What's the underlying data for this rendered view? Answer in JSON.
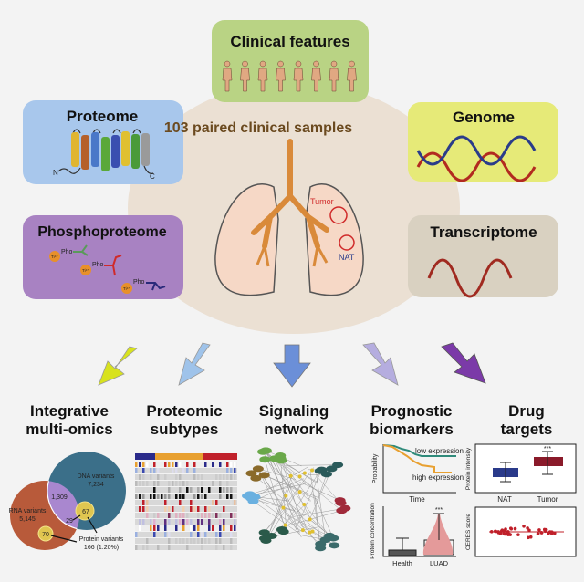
{
  "center": {
    "title": "103 paired clinical samples",
    "tumor_label": "Tumor",
    "nat_label": "NAT"
  },
  "boxes": {
    "clinical": "Clinical features",
    "proteome": "Proteome",
    "genome": "Genome",
    "phospho": "Phosphoproteome",
    "transcriptome": "Transcriptome"
  },
  "proteome_termini": {
    "n": "N",
    "c": "C"
  },
  "phospho_labels": {
    "ti": "Ti⁴⁺",
    "pho": "Pho"
  },
  "outputs": [
    {
      "line1": "Integrative",
      "line2": "multi-omics"
    },
    {
      "line1": "Proteomic",
      "line2": "subtypes"
    },
    {
      "line1": "Signaling",
      "line2": "network"
    },
    {
      "line1": "Prognostic",
      "line2": "biomarkers"
    },
    {
      "line1": "Drug",
      "line2": "targets"
    }
  ],
  "venn": {
    "dna_label": "DNA variants",
    "dna_count": "7,234",
    "rna_label": "RNA variants",
    "rna_count": "5,145",
    "rna_dna": "1,309",
    "rna_dna_protein": "29",
    "dna_protein": "67",
    "rna_protein": "70",
    "protein_label": "Protein variants",
    "protein_count": "166 (1.20%)"
  },
  "survival": {
    "low": "low expression",
    "high": "high expression",
    "xlabel": "Time",
    "ylabel": "Probability"
  },
  "concentration": {
    "ylabel": "Protein concentration",
    "cats": [
      "Health",
      "LUAD"
    ],
    "sig": "***"
  },
  "intensity": {
    "ylabel": "Protein intensity",
    "cats": [
      "NAT",
      "Tumor"
    ],
    "sig": "***"
  },
  "ceres": {
    "ylabel": "CERES score"
  },
  "colors": {
    "clinical": "#b9d384",
    "proteome": "#a8c7ec",
    "genome": "#e6ea78",
    "phospho": "#a882c2",
    "transcriptome": "#d9d1c1",
    "ellipse": "#e9dccd",
    "arrow1": "#d8e21e",
    "arrow2": "#9fc3ea",
    "arrow3": "#6b8fd8",
    "arrow4": "#b5addf",
    "arrow5": "#7b3aa8"
  }
}
